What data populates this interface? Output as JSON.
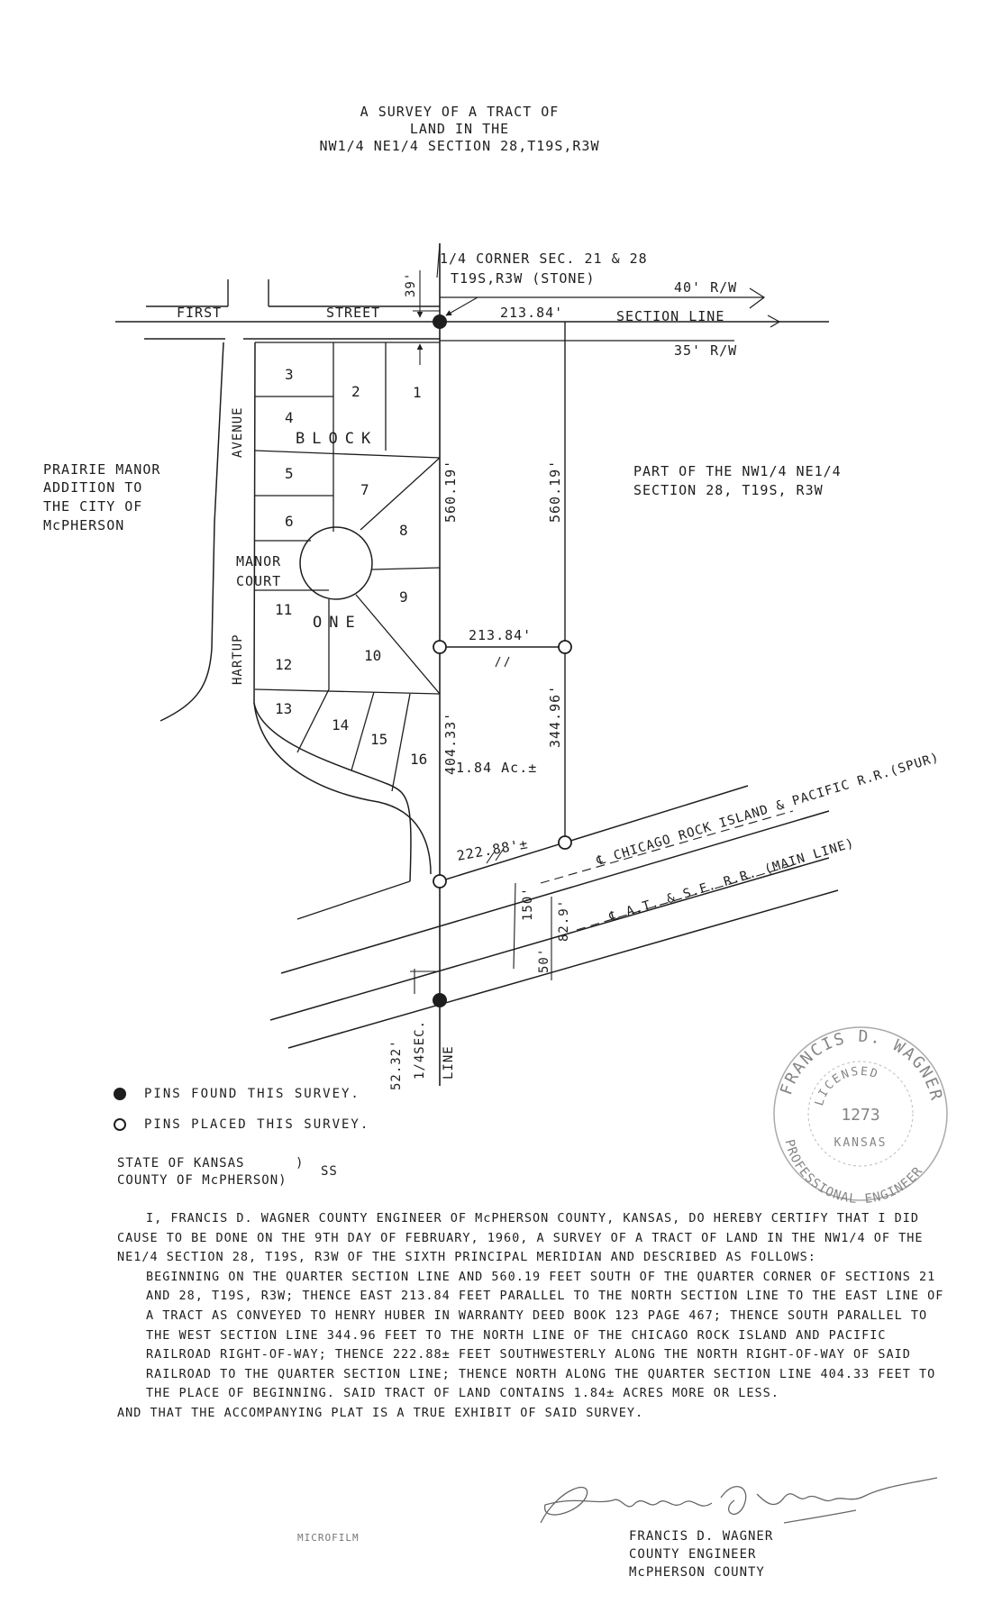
{
  "title": {
    "line1": "A SURVEY OF A TRACT OF",
    "line2": "LAND IN THE",
    "line3": "NW1/4 NE1/4 SECTION 28,T19S,R3W"
  },
  "plat": {
    "corner_label_1": "1/4 CORNER SEC. 21 & 28",
    "corner_label_2": "T19S,R3W (STONE)",
    "row_40": "40' R/W",
    "row_35": "35' R/W",
    "dim_39": "39'",
    "street_first": "FIRST",
    "street_street": "STREET",
    "section_line": "SECTION LINE",
    "dim_north": "213.84'",
    "dim_mid": "213.84'",
    "dim_west_upper": "560.19'",
    "dim_east_upper": "560.19'",
    "dim_west_lower": "404.33'",
    "dim_east_lower": "344.96'",
    "dim_rr": "222.88'±",
    "area": "1.84 Ac.±",
    "prairie_manor": [
      "PRAIRIE MANOR",
      "ADDITION TO",
      "THE CITY OF",
      "McPHERSON"
    ],
    "part_of": [
      "PART OF THE NW1/4 NE1/4",
      "SECTION 28, T19S, R3W"
    ],
    "avenue": "AVENUE",
    "hartup": "HARTUP",
    "manor_court": [
      "MANOR",
      "COURT"
    ],
    "block": "BLOCK",
    "one": "ONE",
    "lots": [
      "1",
      "2",
      "3",
      "4",
      "5",
      "6",
      "7",
      "8",
      "9",
      "10",
      "11",
      "12",
      "13",
      "14",
      "15",
      "16"
    ],
    "spur": "℄ CHICAGO ROCK ISLAND & PACIFIC R.R.(SPUR)",
    "main_line": "℄ A.T. & S.F. R.R. (MAIN LINE)",
    "dim_150": "150'",
    "dim_829": "82.9'",
    "dim_50": "50'",
    "dim_5232": "52.32'",
    "quarter_sec": "1/4SEC.",
    "line_word": "LINE"
  },
  "legend": {
    "found": "PINS FOUND THIS SURVEY.",
    "placed": "PINS PLACED THIS SURVEY."
  },
  "venue": {
    "state": "STATE OF KANSAS      )",
    "county": "COUNTY OF McPHERSON)",
    "ss": "SS"
  },
  "certificate": {
    "p1": "I, FRANCIS D. WAGNER COUNTY ENGINEER OF McPHERSON COUNTY, KANSAS, DO HEREBY CERTIFY THAT I DID CAUSE TO BE DONE ON THE 9TH DAY OF FEBRUARY, 1960, A SURVEY OF A TRACT OF LAND IN THE NW1/4 OF THE NE1/4 SECTION 28, T19S, R3W OF THE SIXTH PRINCIPAL MERIDIAN AND DESCRIBED AS FOLLOWS:",
    "p2": "BEGINNING ON THE QUARTER SECTION LINE AND 560.19 FEET SOUTH OF THE QUARTER CORNER OF SECTIONS 21 AND 28, T19S, R3W; THENCE EAST 213.84 FEET PARALLEL TO THE NORTH SECTION LINE TO THE EAST LINE OF A TRACT AS CONVEYED TO HENRY HUBER IN WARRANTY DEED BOOK 123 PAGE 467; THENCE SOUTH PARALLEL TO THE WEST SECTION LINE 344.96 FEET TO THE NORTH LINE OF THE CHICAGO ROCK ISLAND AND PACIFIC RAILROAD RIGHT-OF-WAY; THENCE 222.88± FEET SOUTHWESTERLY ALONG THE NORTH RIGHT-OF-WAY OF SAID RAILROAD TO THE QUARTER SECTION LINE; THENCE NORTH ALONG THE QUARTER SECTION LINE 404.33 FEET TO THE PLACE OF BEGINNING. SAID TRACT OF LAND CONTAINS 1.84± ACRES MORE OR LESS.",
    "p3": "AND THAT THE ACCOMPANYING PLAT IS A TRUE EXHIBIT OF SAID SURVEY."
  },
  "seal": {
    "name": "FRANCIS D. WAGNER",
    "licensed": "LICENSED",
    "number": "1273",
    "state": "KANSAS",
    "profession": "PROFESSIONAL ENGINEER"
  },
  "signature": {
    "handwritten": "Francis D Wagner",
    "name": "FRANCIS D. WAGNER",
    "title": "COUNTY ENGINEER",
    "county": "McPHERSON COUNTY"
  },
  "microfilm": "MICROFILM"
}
